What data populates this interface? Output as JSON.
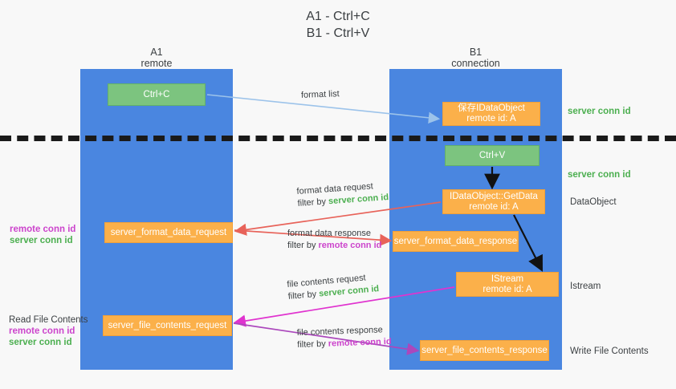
{
  "title": "A1 - Ctrl+C\nB1 - Ctrl+V",
  "colors": {
    "lane": "#4a86e0",
    "green_node": "#7cc47f",
    "orange_node": "#fbb04a",
    "server_conn_id": "#4caf50",
    "remote_conn_id": "#cc44cc",
    "background": "#f8f8f8",
    "divider": "#1a1a1a"
  },
  "columns": [
    {
      "name": "A1",
      "role": "remote",
      "label": "A1\nremote"
    },
    {
      "name": "B1",
      "role": "connection",
      "label": "B1\nconnection"
    }
  ],
  "nodes": [
    {
      "id": "ctrl_c",
      "label": "Ctrl+C",
      "kind": "green",
      "lane": "A1"
    },
    {
      "id": "save_idataobject",
      "label": "保存IDataObject\nremote id: A",
      "kind": "orange",
      "lane": "B1"
    },
    {
      "id": "ctrl_v",
      "label": "Ctrl+V",
      "kind": "green",
      "lane": "B1"
    },
    {
      "id": "getdata",
      "label": "IDataObject::GetData\nremote id: A",
      "kind": "orange",
      "lane": "B1"
    },
    {
      "id": "server_format_data_request",
      "label": "server_format_data_request",
      "kind": "orange",
      "lane": "A1"
    },
    {
      "id": "server_format_data_response",
      "label": "server_format_data_response",
      "kind": "orange",
      "lane": "B1"
    },
    {
      "id": "istream",
      "label": "IStream\nremote id: A",
      "kind": "orange",
      "lane": "B1"
    },
    {
      "id": "server_file_contents_request",
      "label": "server_file_contents_request",
      "kind": "orange",
      "lane": "A1"
    },
    {
      "id": "server_file_contents_response",
      "label": "server_file_contents_response",
      "kind": "orange",
      "lane": "B1"
    }
  ],
  "side_labels": {
    "server_conn_id_1": "server conn id",
    "server_conn_id_2": "server conn id",
    "data_object": "DataObject",
    "istream": "Istream",
    "write_file_contents": "Write File Contents"
  },
  "left_labels": {
    "format_group": {
      "remote": "remote conn id",
      "server": "server conn id"
    },
    "read_group": {
      "header": "Read File Contents",
      "remote": "remote conn id",
      "server": "server conn id"
    }
  },
  "arrow_labels": {
    "format_list": {
      "line1": "format list"
    },
    "format_data_request": {
      "line1": "format data request",
      "filter_prefix": "filter by ",
      "filter_value": "server conn id",
      "filter_color": "server"
    },
    "format_data_response": {
      "line1": "format data response",
      "filter_prefix": "filter by ",
      "filter_value": "remote conn id",
      "filter_color": "remote"
    },
    "file_contents_request": {
      "line1": "file contents request",
      "filter_prefix": "filter by ",
      "filter_value": "server conn id",
      "filter_color": "server"
    },
    "file_contents_response": {
      "line1": "file contents response",
      "filter_prefix": "filter by ",
      "filter_value": "remote conn id",
      "filter_color": "remote"
    }
  }
}
